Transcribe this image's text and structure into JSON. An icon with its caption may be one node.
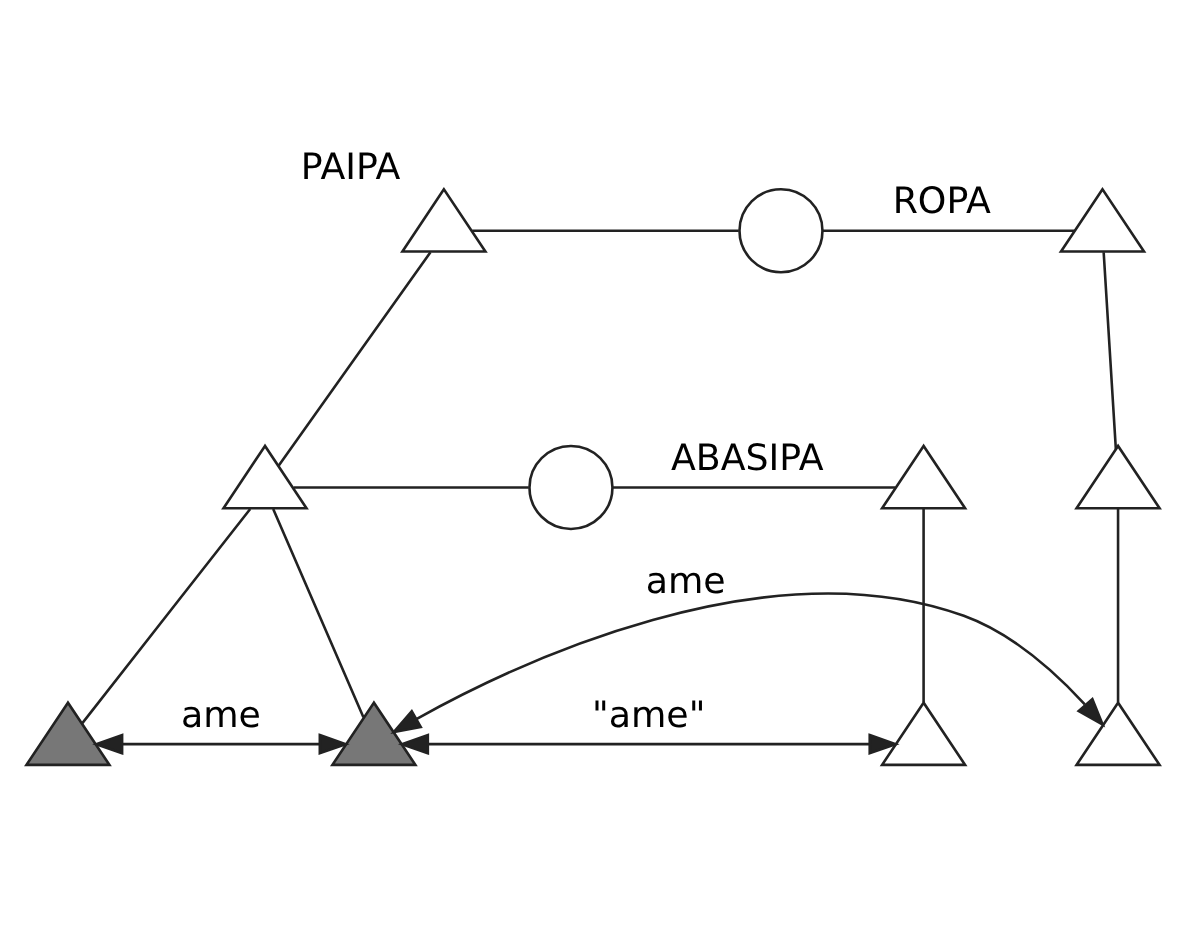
{
  "diagram": {
    "nodes": [
      {
        "text": [
          "PAIPA"
        ]
      },
      {
        "text": [],
        "shape": "circle"
      },
      {
        "text": [],
        "shape": "triangle"
      },
      {
        "text": [],
        "shape": "circle"
      },
      {
        "text": [],
        "shape": "triangle"
      },
      {
        "text": [],
        "shape": "triangle"
      },
      {
        "text": [],
        "shape": "triangle"
      },
      {
        "text": [],
        "shape": "triangle"
      },
      {
        "text": [],
        "shape": "triangle"
      },
      {
        "text": [],
        "shape": "triangle"
      },
      {
        "text": [],
        "shape": "triangle"
      }
    ],
    "edges": [
      {
        "from": 0,
        "to": 1,
        "arrow": "none"
      },
      {
        "from": 0,
        "to": 2,
        "arrow": "none"
      },
      {
        "from": 1,
        "to": 8,
        "arrow": "none",
        "label": "ROPA"
      },
      {
        "from": 2,
        "to": 3,
        "arrow": "none"
      },
      {
        "from": 3,
        "to": 6,
        "arrow": "none",
        "label": "ABASIPA"
      },
      {
        "from": 8,
        "to": 9,
        "arrow": "none"
      },
      {
        "from": 2,
        "to": 4,
        "arrow": "none"
      },
      {
        "from": 2,
        "to": 5,
        "arrow": "none"
      },
      {
        "from": 6,
        "to": 7,
        "arrow": "none"
      },
      {
        "from": 9,
        "to": 10,
        "arrow": "none"
      },
      {
        "from": 4,
        "to": 5,
        "arrow": "both",
        "label": "ame"
      },
      {
        "from": 5,
        "to": 7,
        "arrow": "both",
        "label": "\"ame\""
      },
      {
        "from": 5,
        "to": 10,
        "arrow": "both",
        "label": "ame"
      }
    ]
  }
}
